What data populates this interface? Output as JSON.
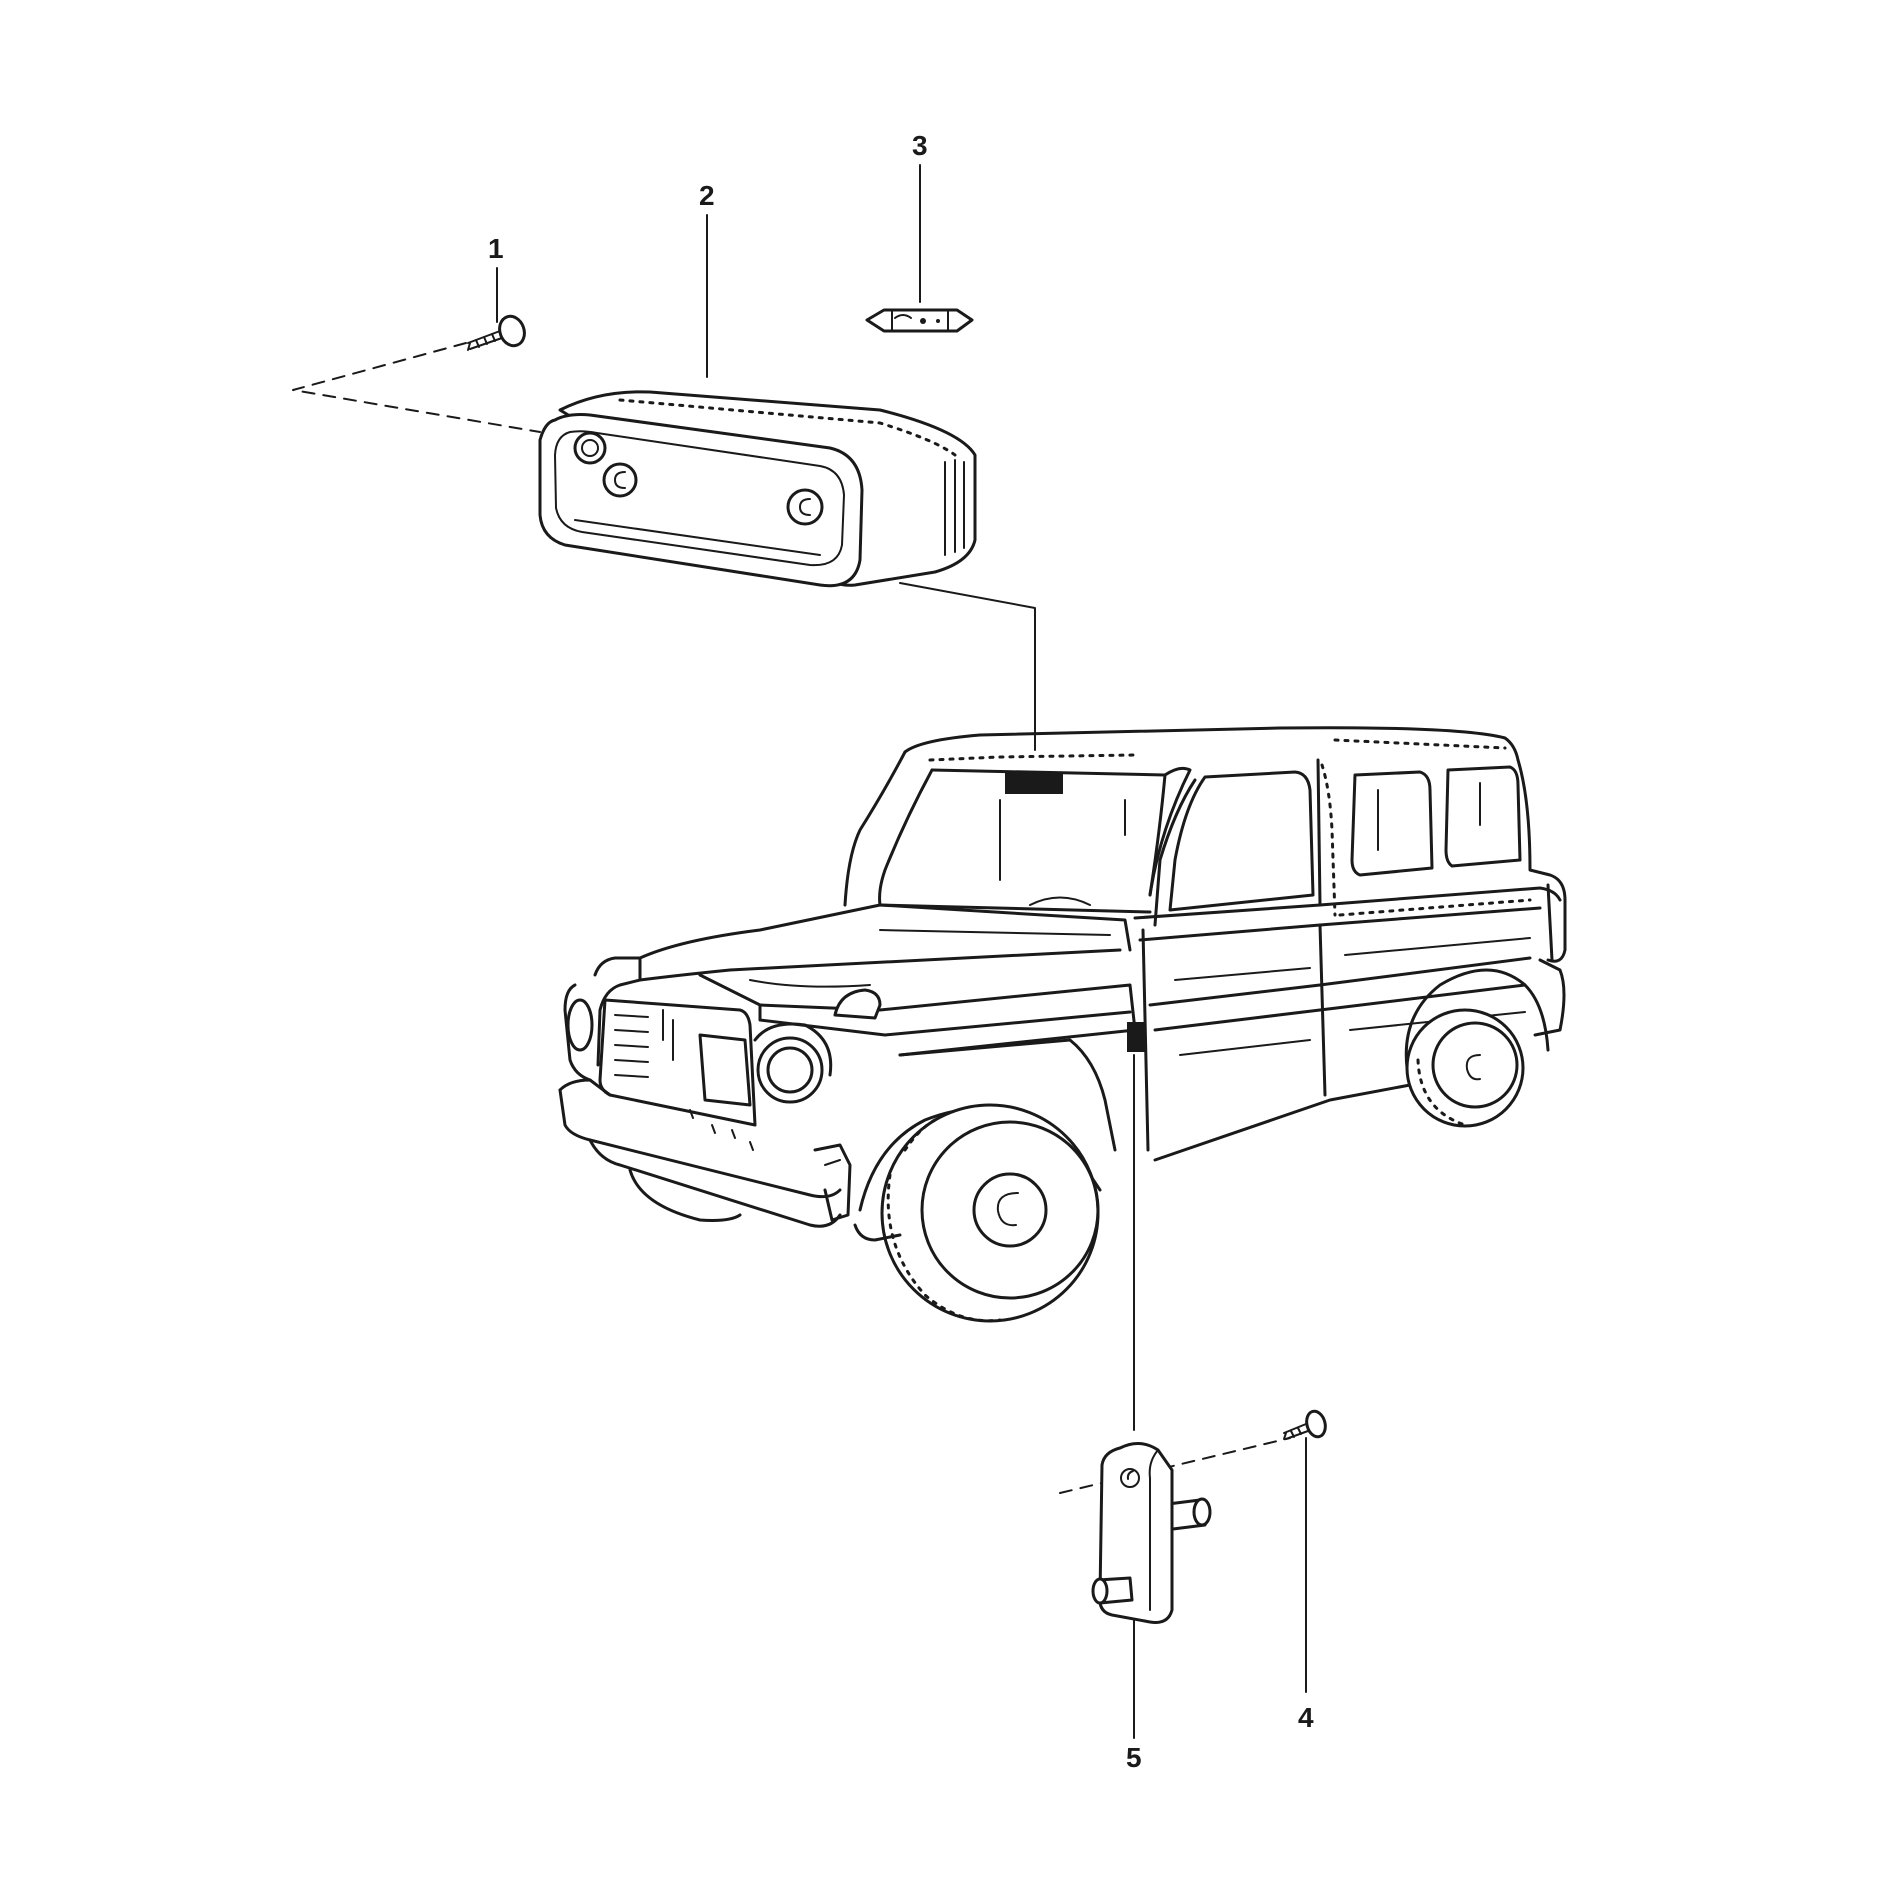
{
  "callouts": [
    {
      "id": "1",
      "label": "1",
      "part": "screw-icon"
    },
    {
      "id": "2",
      "label": "2",
      "part": "interior-lamp-housing-icon"
    },
    {
      "id": "3",
      "label": "3",
      "part": "festoon-bulb-icon"
    },
    {
      "id": "4",
      "label": "4",
      "part": "screw-icon"
    },
    {
      "id": "5",
      "label": "5",
      "part": "door-contact-switch-icon"
    }
  ],
  "colors": {
    "line": "#1a1a1a",
    "background": "#ffffff"
  }
}
